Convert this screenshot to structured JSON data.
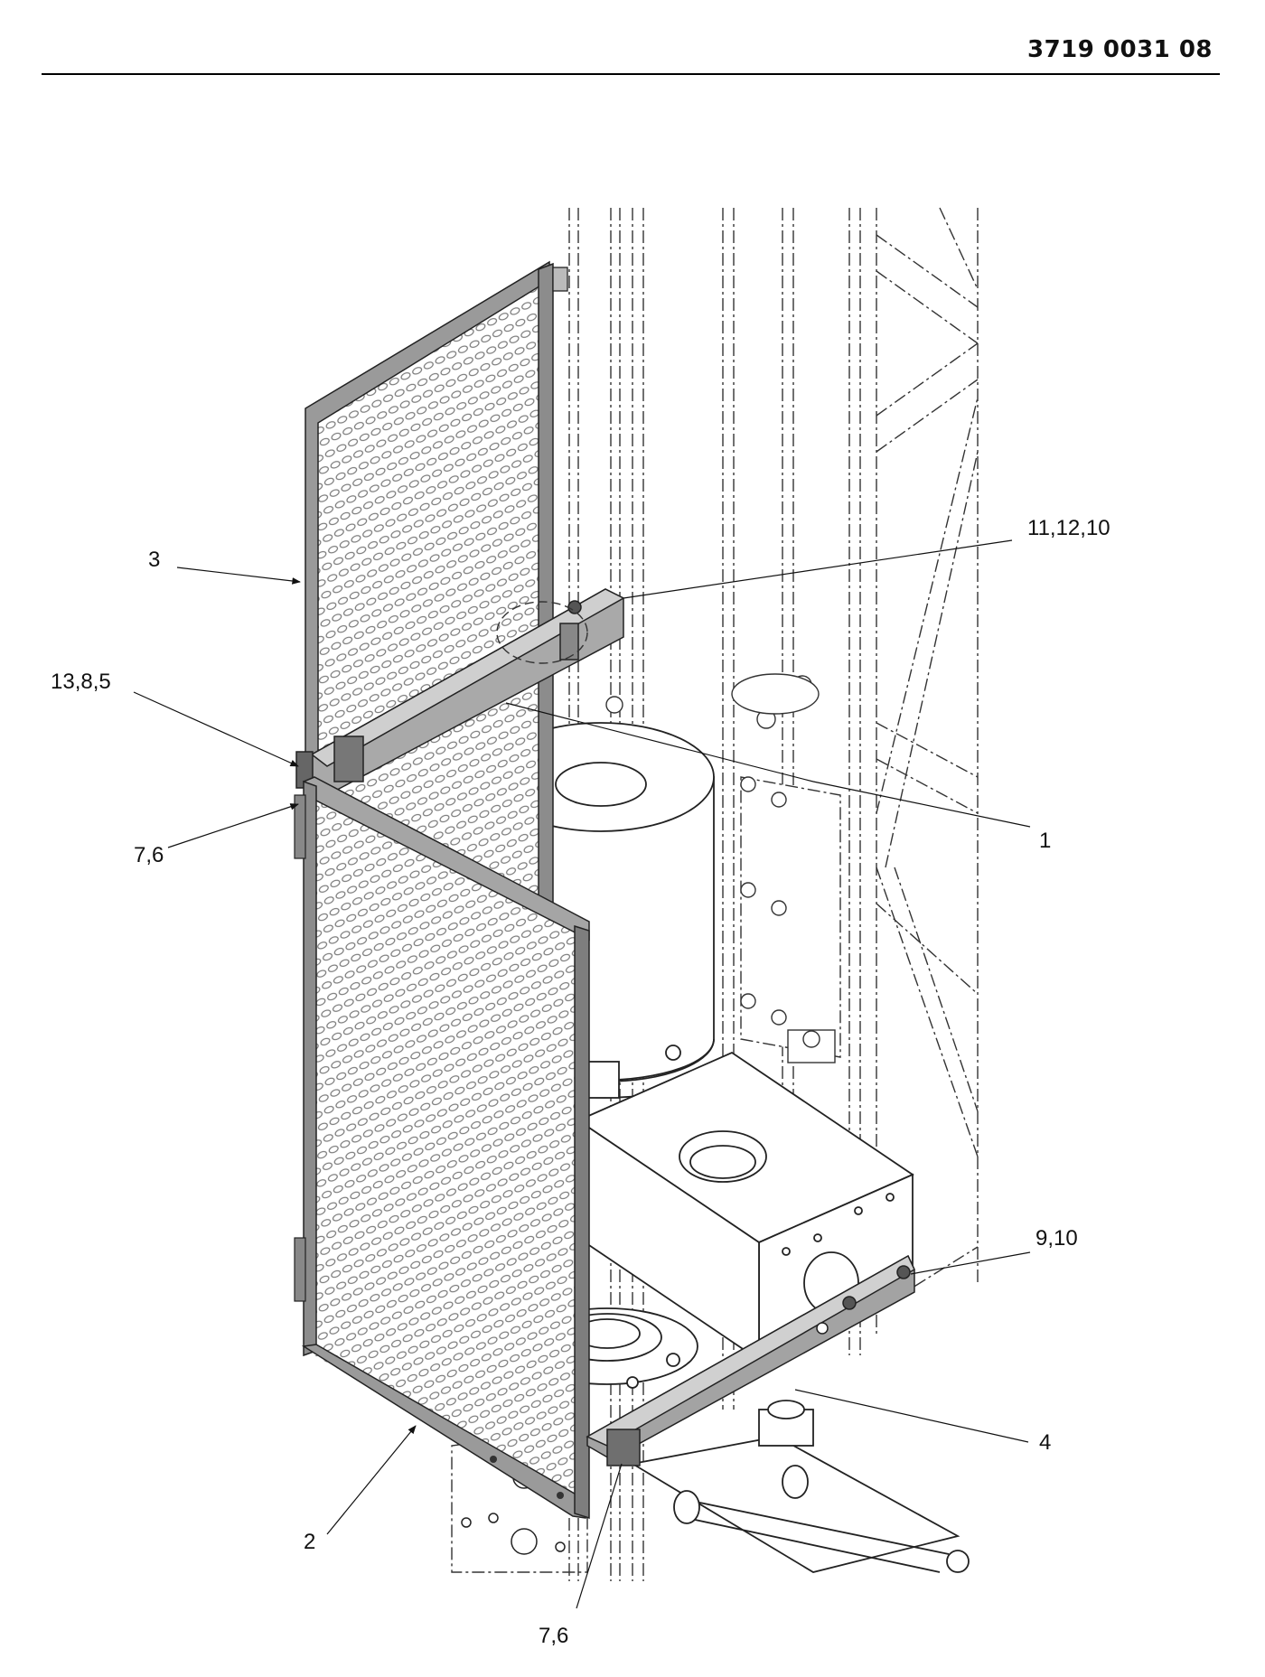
{
  "header": {
    "doc_number": "3719 0031 08"
  },
  "callouts": [
    {
      "id": "c3",
      "label": "3"
    },
    {
      "id": "c11",
      "label": "11,12,10"
    },
    {
      "id": "c13",
      "label": "13,8,5"
    },
    {
      "id": "c1",
      "label": "1"
    },
    {
      "id": "c76a",
      "label": "7,6"
    },
    {
      "id": "c910",
      "label": "9,10"
    },
    {
      "id": "c4",
      "label": "4"
    },
    {
      "id": "c2",
      "label": "2"
    },
    {
      "id": "c76b",
      "label": "7,6"
    }
  ]
}
